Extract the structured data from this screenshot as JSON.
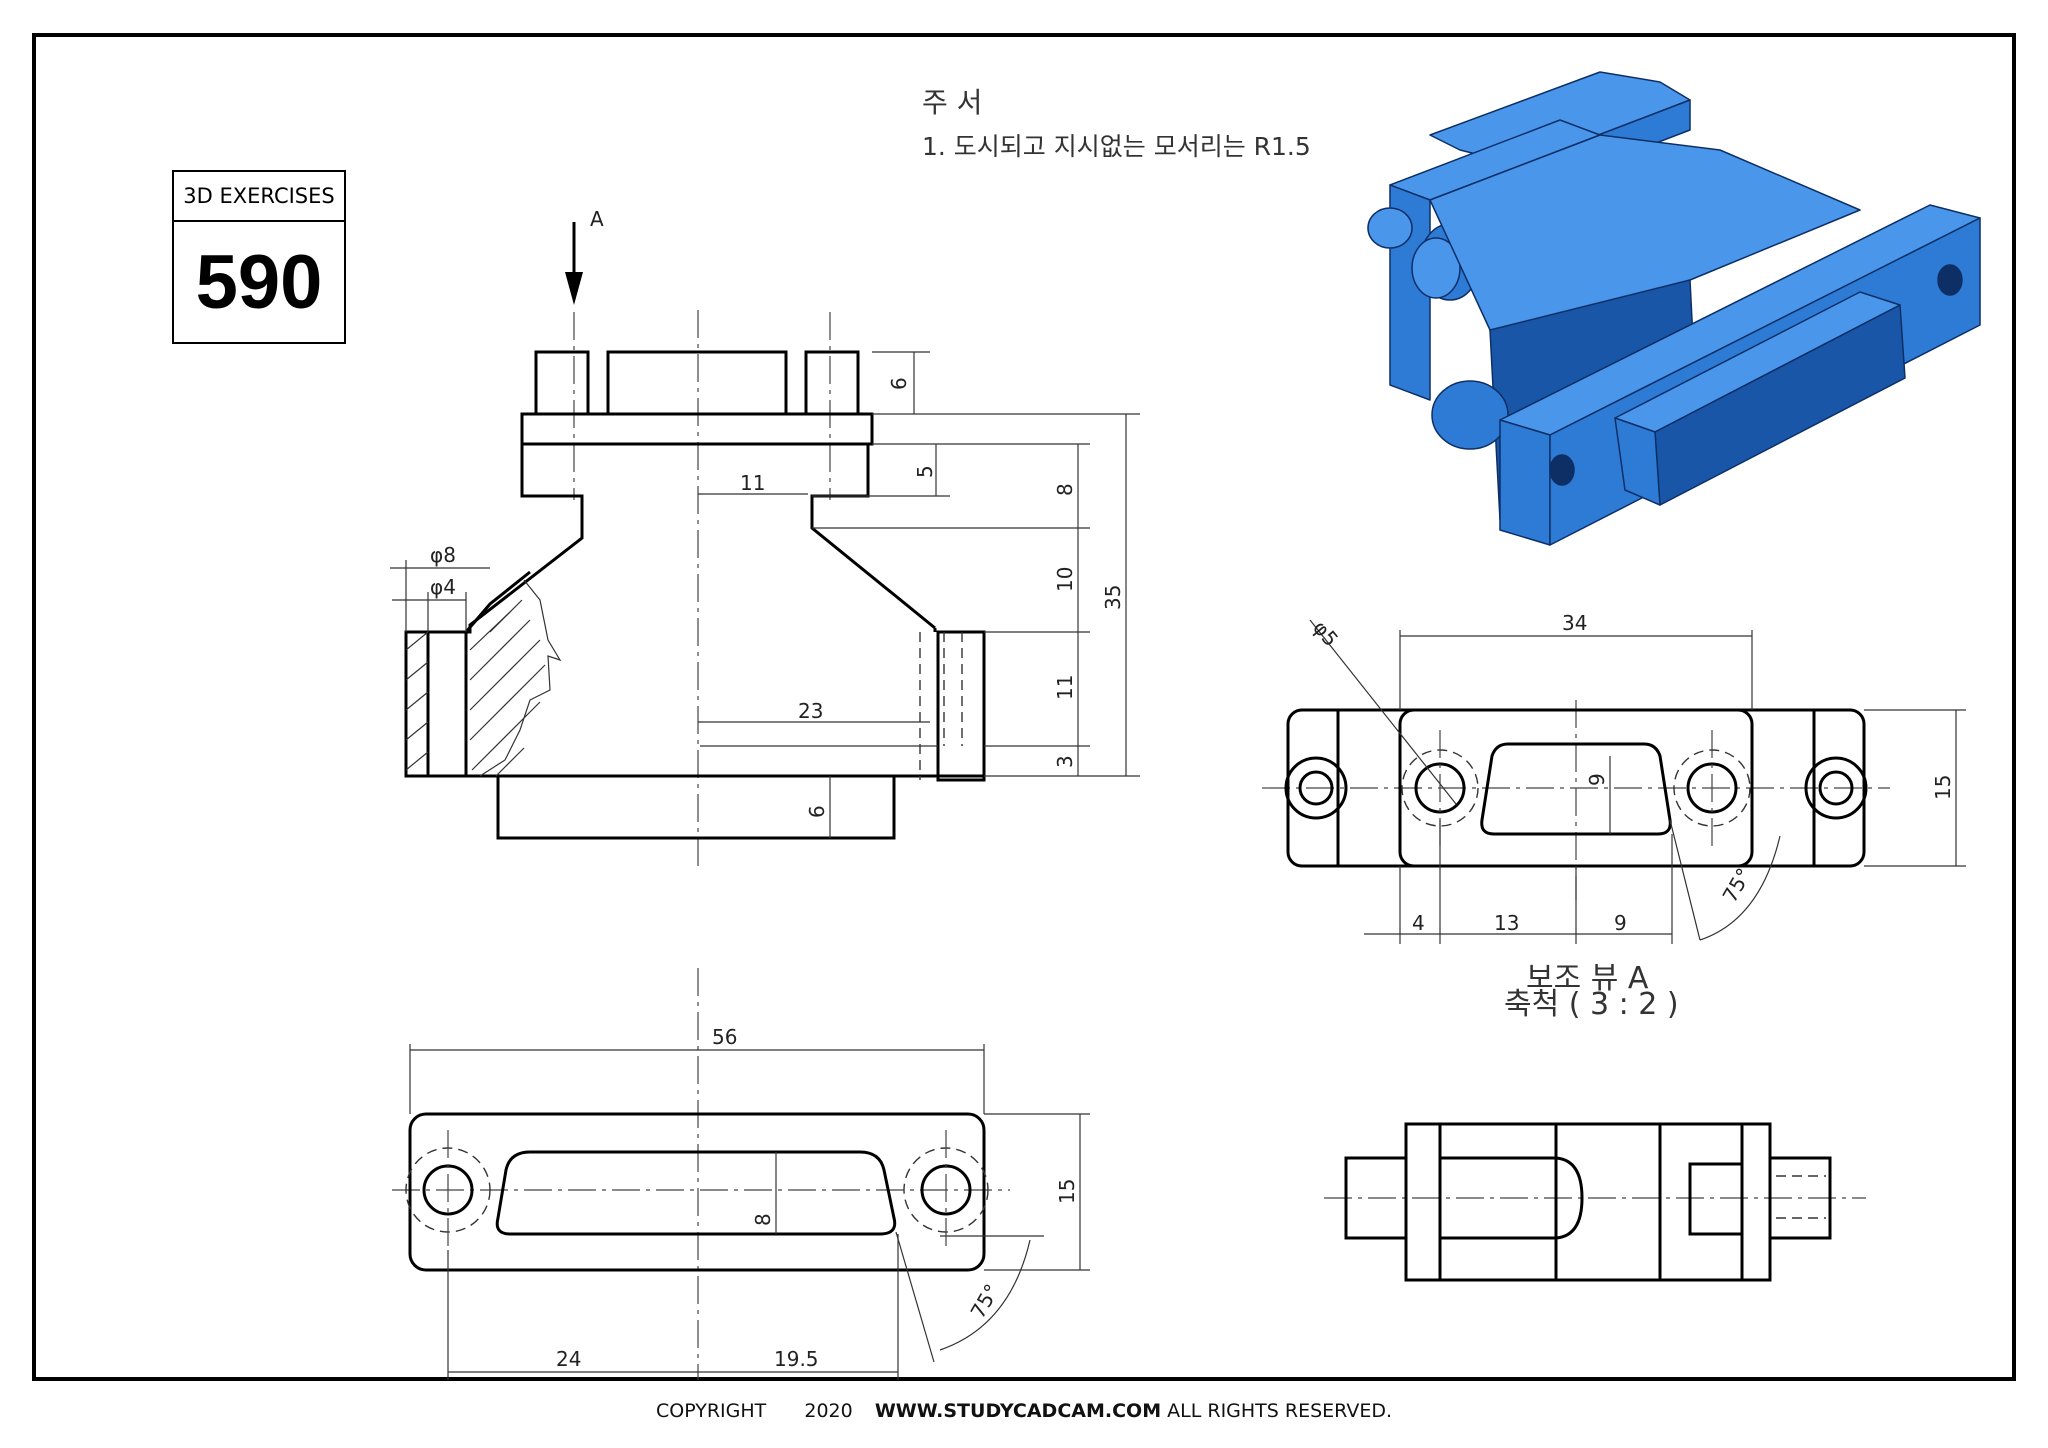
{
  "badge": {
    "label": "3D EXERCISES",
    "number": "590"
  },
  "notes": {
    "title": "주   서",
    "line1": "1. 도시되고 지시없는 모서리는 R1.5"
  },
  "front_view": {
    "view_arrow_label": "A",
    "dims": {
      "d6_top": "6",
      "d5": "5",
      "d8": "8",
      "d10": "10",
      "d35": "35",
      "d11_right": "11",
      "d3": "3",
      "d6_bottom": "6",
      "w11": "11",
      "w23": "23",
      "phi8": "φ8",
      "phi4": "φ4"
    }
  },
  "aux_view": {
    "title": "보조 뷰 A",
    "scale": "축척 ( 3 : 2 )",
    "dims": {
      "d34": "34",
      "phi5": "φ5",
      "d15": "15",
      "d9_v": "9",
      "d4": "4",
      "d13": "13",
      "d9_h": "9",
      "angle": "75°"
    }
  },
  "top_view": {
    "dims": {
      "d56": "56",
      "d15": "15",
      "d8": "8",
      "d24": "24",
      "d19_5": "19.5",
      "angle": "75°"
    }
  },
  "footer": {
    "copyright": "COPYRIGHT",
    "year": "2020",
    "site": "WWW.STUDYCADCAM.COM",
    "rights": "ALL RIGHTS RESERVED."
  },
  "colors": {
    "model_blue": "#2e7bd6",
    "model_dark": "#1a56a8",
    "model_light": "#4a96ea",
    "line": "#000000"
  }
}
